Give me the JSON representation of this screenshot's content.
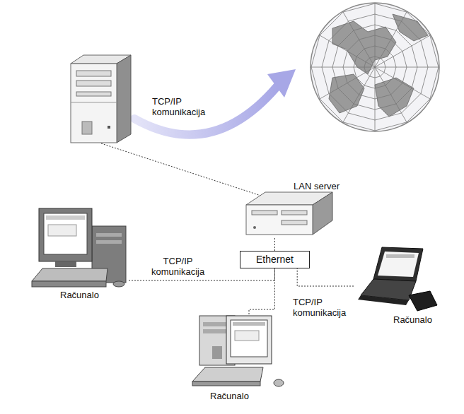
{
  "diagram": {
    "nodes": [
      {
        "text": [
          "LAN server"
        ]
      },
      {
        "text": [
          "Ethernet"
        ]
      },
      {
        "text": [
          "Računalo"
        ]
      },
      {
        "text": [
          "Računalo"
        ]
      },
      {
        "text": [
          "Računalo"
        ]
      }
    ],
    "edges": [
      {
        "from": 1,
        "to": 0,
        "arrow": "none"
      },
      {
        "from": 2,
        "to": 1,
        "arrow": "none",
        "label": "TCP/IP komunikacija"
      },
      {
        "from": 3,
        "to": 1,
        "arrow": "none"
      },
      {
        "from": 4,
        "to": 1,
        "arrow": "none",
        "label": "TCP/IP komunikacija"
      }
    ],
    "labels": [
      "TCP/IP komunikacija"
    ]
  }
}
